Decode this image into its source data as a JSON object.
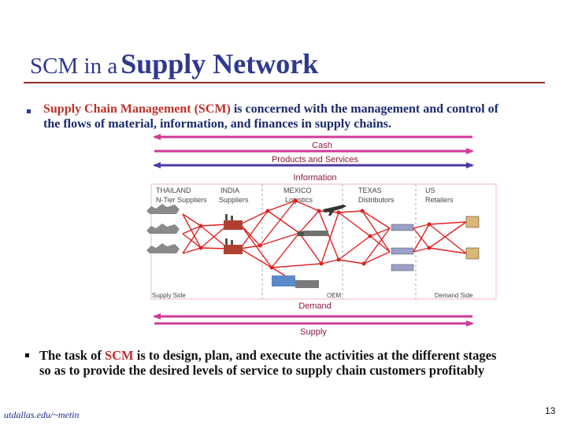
{
  "title": {
    "prefix": "SCM in a",
    "emphasis": "Supply Network"
  },
  "definition": {
    "term": "Supply Chain Management (SCM)",
    "line1_rest": " is concerned with the management and control of",
    "line2": "the flows of material, information, and finances in supply chains."
  },
  "flows": {
    "cash": "Cash",
    "products": "Products and Services",
    "information": "Information",
    "demand": "Demand",
    "supply": "Supply"
  },
  "stages": [
    {
      "line1": "THAILAND",
      "line2": "N-Tier Suppliers"
    },
    {
      "line1": "INDIA",
      "line2": "Suppliers"
    },
    {
      "line1": "MEXICO",
      "line2": "Logistics"
    },
    {
      "line1": "TEXAS",
      "line2": "Distributors"
    },
    {
      "line1": "US",
      "line2": "Retailers"
    }
  ],
  "diagram_labels": {
    "supply_side": "Supply Side",
    "oem": "OEM",
    "demand_side": "Demand Side"
  },
  "task": {
    "before": "The task of ",
    "term": "SCM",
    "line1_rest": " is to design, plan, and execute the activities at the different stages",
    "line2": "so as to provide the desired levels of service to supply chain customers profitably"
  },
  "footer": {
    "url": "utdallas.edu/~metin",
    "page": "13"
  },
  "colors": {
    "title": "#2e3a8c",
    "cash_arrow": "#d03a9a",
    "products_arrow": "#4a3aa8",
    "network_line": "#e02020",
    "highlight": "#c0302a"
  }
}
